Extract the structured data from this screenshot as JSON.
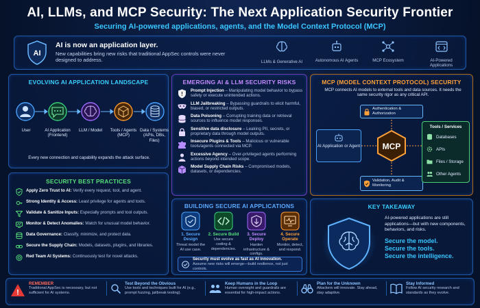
{
  "header": {
    "title": "AI, LLMs, and MCP Security: The Next Application Security Frontier",
    "subtitle": "Securing AI-powered applications, agents, and the Model Context Protocol (MCP)"
  },
  "banner": {
    "badge": "AI",
    "headline": "AI is now an application layer.",
    "text": "New capabilities bring new risks that traditional AppSec controls were never designed to address.",
    "items": [
      {
        "icon": "brain-icon",
        "label": "LLMs & Generative AI"
      },
      {
        "icon": "robot-icon",
        "label": "Autonomous AI Agents"
      },
      {
        "icon": "network-icon",
        "label": "MCP Ecosystem"
      },
      {
        "icon": "code-window-icon",
        "label": "AI-Powered Applications"
      }
    ]
  },
  "landscape": {
    "title": "EVOLVING AI APPLICATION LANDSCAPE",
    "nodes": [
      {
        "label": "User"
      },
      {
        "label": "AI Application (Frontend)"
      },
      {
        "label": "LLM / Model"
      },
      {
        "label": "Tools / Agents (MCP)"
      },
      {
        "label": "Data / Systems (APIs, DBs, Files)"
      }
    ],
    "footer": "Every new connection and capability expands the attack surface."
  },
  "practices": {
    "title": "SECURITY BEST PRACTICES",
    "items": [
      {
        "bold": "Apply Zero Trust to AI:",
        "text": "Verify every request, tool, and agent."
      },
      {
        "bold": "Strong Identity & Access:",
        "text": "Least privilege for agents and tools."
      },
      {
        "bold": "Validate & Sanitize Inputs:",
        "text": "Especially prompts and tool outputs."
      },
      {
        "bold": "Monitor & Detect Anomalies:",
        "text": "Watch for unusual model behavior."
      },
      {
        "bold": "Data Governance:",
        "text": "Classify, minimize, and protect data."
      },
      {
        "bold": "Secure the Supply Chain:",
        "text": "Models, datasets, plugins, and libraries."
      },
      {
        "bold": "Red Team AI Systems:",
        "text": "Continuously test for novel attacks."
      }
    ]
  },
  "risks": {
    "title": "EMERGING AI & LLM SECURITY RISKS",
    "items": [
      {
        "bold": "Prompt Injection",
        "text": "– Manipulating model behavior to bypass safety or execute unintended actions."
      },
      {
        "bold": "LLM Jailbreaking",
        "text": "– Bypassing guardrails to elicit harmful, biased, or restricted outputs."
      },
      {
        "bold": "Data Poisoning",
        "text": "– Corrupting training data or retrieval sources to influence model responses."
      },
      {
        "bold": "Sensitive data disclosure",
        "text": "– Leaking PII, secrets, or proprietary data through model outputs."
      },
      {
        "bold": "Insecure Plugins & Tools",
        "text": "– Malicious or vulnerable tools/agents connected via MCP."
      },
      {
        "bold": "Excessive Agency",
        "text": "– Over-privileged agents performing actions beyond intended scope."
      },
      {
        "bold": "Model Supply Chain Risks",
        "text": "– Compromised models, datasets, or dependencies."
      }
    ]
  },
  "mcp": {
    "title": "MCP (MODEL CONTEXT PROTOCOL) SECURITY",
    "intro": "MCP connects AI models to external tools and data sources. It needs the same security rigor as any critical API.",
    "center": "MCP",
    "auth": "Authentication & Authorization",
    "agent": "AI Application or Agent",
    "validation": "Validation, Audit & Monitoring",
    "services_title": "Tools / Services",
    "services": [
      "Databases",
      "APIs",
      "Files / Storage",
      "Other Agents"
    ]
  },
  "building": {
    "title": "BUILDING SECURE AI APPLICATIONS",
    "steps": [
      {
        "num": "1.",
        "label": "Secure Design",
        "text": "Threat model the AI use case."
      },
      {
        "num": "2.",
        "label": "Secure Build",
        "text": "Use secure coding & dependencies."
      },
      {
        "num": "3.",
        "label": "Secure Deploy",
        "text": "Harden infrastructure & configs."
      },
      {
        "num": "4.",
        "label": "Secure Operate",
        "text": "Monitor, detect, and respond."
      }
    ],
    "note_bold": "Security must evolve as fast as AI innovation.",
    "note_text": "Assume new risks will emerge—build resilience, not just controls."
  },
  "takeaway": {
    "title": "KEY TAKEAWAY",
    "text": "AI-powered applications are still applications—but with new components, behaviors, and risks.",
    "lines": [
      "Secure the model.",
      "Secure the tools.",
      "Secure the intelligence."
    ]
  },
  "footer": {
    "items": [
      {
        "title": "REMEMBER",
        "text": "Traditional AppSec is necessary, but not sufficient for AI systems."
      },
      {
        "title": "Test Beyond the Obvious",
        "text": "Use tools and techniques built for AI (e.g., prompt fuzzing, jailbreak testing)."
      },
      {
        "title": "Keep Humans in the Loop",
        "text": "Human oversight and guardrails are essential for high-impact actions."
      },
      {
        "title": "Plan for the Unknown",
        "text": "Attackers will innovate. Stay ahead, stay adaptive."
      },
      {
        "title": "Stay Informed",
        "text": "Follow AI security research and standards as they evolve."
      }
    ]
  },
  "colors": {
    "accent": "#39c6ff",
    "risk": "#c48bff",
    "mcp": "#ffa23a",
    "good": "#55e07a",
    "alert": "#e53935"
  }
}
